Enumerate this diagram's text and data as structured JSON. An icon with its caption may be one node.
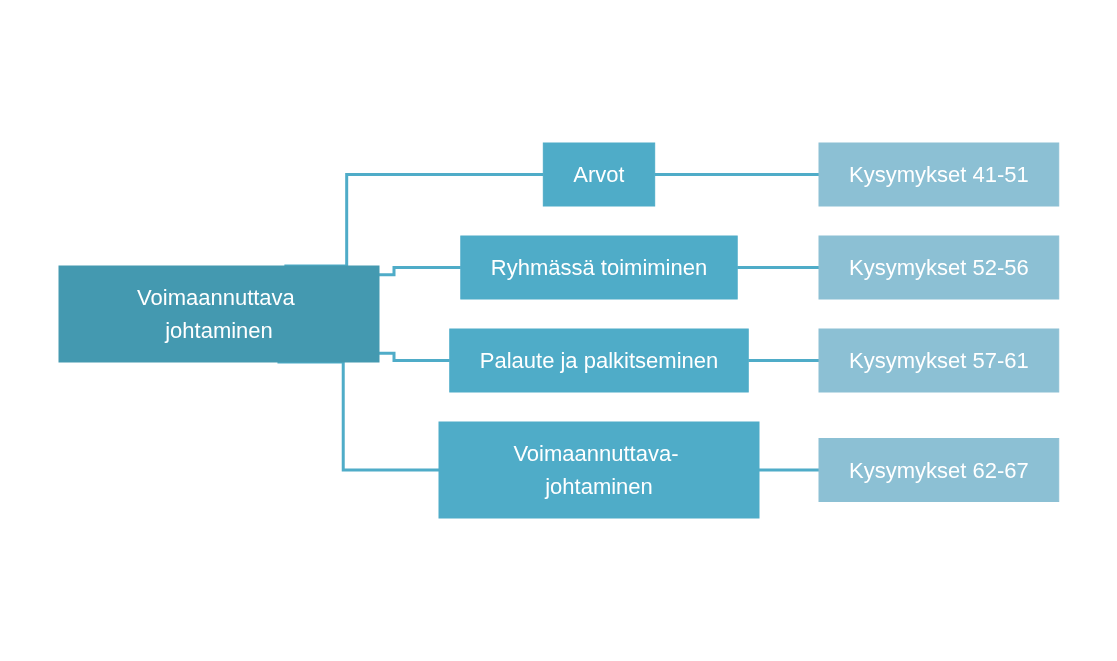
{
  "diagram": {
    "nodes": [
      {
        "text": [
          "Voimaannuttava johtaminen"
        ]
      },
      {
        "text": [
          "Arvot"
        ]
      },
      {
        "text": [
          "Ryhmässä toimiminen"
        ]
      },
      {
        "text": [
          "Palaute ja palkitseminen"
        ]
      },
      {
        "text": [
          "Voimaannuttava- johtaminen"
        ]
      },
      {
        "text": [
          "Kysymykset 41-51"
        ]
      },
      {
        "text": [
          "Kysymykset 52-56"
        ]
      },
      {
        "text": [
          "Kysymykset 57-61"
        ]
      },
      {
        "text": [
          "Kysymykset 62-67"
        ]
      }
    ],
    "edges": [
      {
        "from": 0,
        "to": 1,
        "arrow": "none"
      },
      {
        "from": 0,
        "to": 2,
        "arrow": "none"
      },
      {
        "from": 0,
        "to": 3,
        "arrow": "none"
      },
      {
        "from": 0,
        "to": 4,
        "arrow": "none"
      },
      {
        "from": 1,
        "to": 5,
        "arrow": "none"
      },
      {
        "from": 2,
        "to": 6,
        "arrow": "none"
      },
      {
        "from": 3,
        "to": 7,
        "arrow": "none"
      },
      {
        "from": 4,
        "to": 8,
        "arrow": "none"
      }
    ]
  }
}
